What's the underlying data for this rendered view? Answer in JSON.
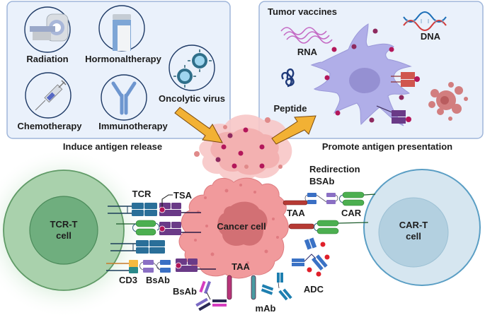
{
  "title": "Cancer immunotherapy strategies diagram",
  "left_panel": {
    "caption": "Induce antigen release",
    "items": [
      {
        "label": "Radiation",
        "icon": "mri-scanner-icon"
      },
      {
        "label": "Hormonaltherapy",
        "icon": "medicine-bottle-icon"
      },
      {
        "label": "Oncolytic virus",
        "icon": "virus-icon"
      },
      {
        "label": "Chemotherapy",
        "icon": "syringe-icon"
      },
      {
        "label": "Immunotherapy",
        "icon": "antibody-icon"
      }
    ]
  },
  "right_panel": {
    "heading": "Tumor vaccines",
    "caption": "Promote antigen presentation",
    "items": [
      {
        "label": "RNA",
        "icon": "rna-strand-icon"
      },
      {
        "label": "DNA",
        "icon": "dna-helix-icon"
      },
      {
        "label": "Peptide",
        "icon": "peptide-icon"
      }
    ]
  },
  "cells": {
    "tcr_t": {
      "line1": "TCR-T",
      "line2": "cell"
    },
    "car_t": {
      "line1": "CAR-T",
      "line2": "cell"
    },
    "cancer": {
      "label": "Cancer cell"
    }
  },
  "receptors": {
    "tcr": "TCR",
    "tsa": "TSA",
    "cd3": "CD3",
    "bsab_left": "BsAb",
    "bsab_bottom": "BsAb",
    "taa_bottom": "TAA",
    "mab": "mAb",
    "adc": "ADC",
    "taa_right": "TAA",
    "car": "CAR",
    "redirection_line1": "Redirection",
    "redirection_line2": "BSAb"
  },
  "colors": {
    "panel_fill": "#eaf1fb",
    "panel_border": "#9fb6da",
    "arrow": "#f2b134",
    "arrow_outline": "#7a4a0e",
    "tcr_t_outer": "#a9d1ac",
    "tcr_t_inner": "#6fae7e",
    "car_t_outer": "#d6e6f0",
    "car_t_inner": "#b3d0e0",
    "cancer_cell": "#f19a9c",
    "cancer_nucleus": "#d27074",
    "dendritic_cell": "#b0aee8",
    "antigen_dot": "#b3175a",
    "tcr_blue": "#2a6f99",
    "tsa_purple": "#6a3a87",
    "car_green": "#4caf50",
    "taa_red": "#b63a34",
    "adc_blue": "#3a72c5"
  }
}
